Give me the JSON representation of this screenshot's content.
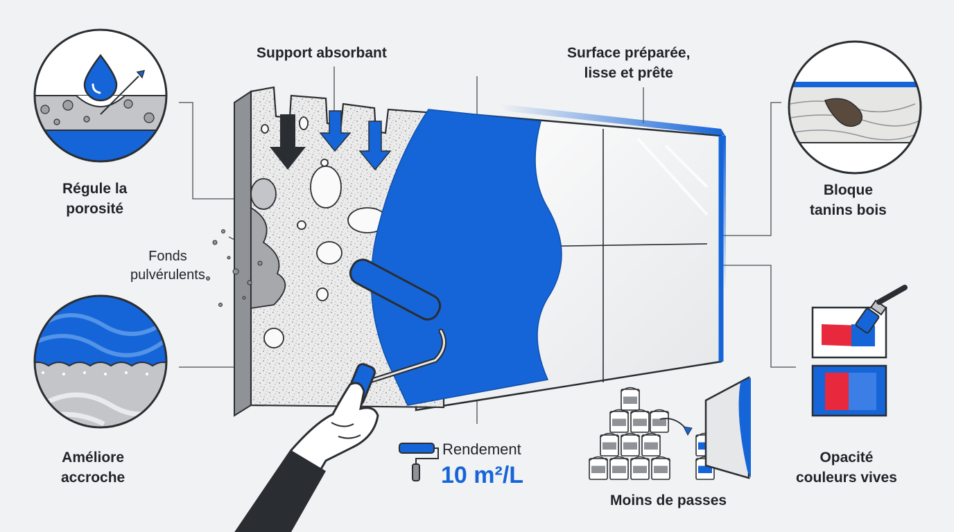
{
  "labels": {
    "support_absorbant": "Support absorbant",
    "surface_line1": "Surface préparée,",
    "surface_line2": "lisse et prête",
    "regule_line1": "Régule la",
    "regule_line2": "porosité",
    "fonds_line1": "Fonds",
    "fonds_line2": "pulvérulents",
    "ameliore_line1": "Améliore",
    "ameliore_line2": "accroche",
    "bloque_line1": "Bloque",
    "bloque_line2": "tanins bois",
    "opacite_line1": "Opacité",
    "opacite_line2": "couleurs vives",
    "rendement_label": "Rendement",
    "rendement_value": "10 m²/L",
    "moins_passes": "Moins de passes"
  },
  "colors": {
    "blue": "#1565d8",
    "red": "#e8283c",
    "dark": "#2a2d31",
    "grey": "#8f9296",
    "background": "#f1f2f3"
  },
  "icons": {
    "water_drop": "water-drop-icon",
    "paint_roller": "paint-roller-icon",
    "paint_brush": "paint-brush-icon",
    "paint_can": "paint-can-icon"
  }
}
